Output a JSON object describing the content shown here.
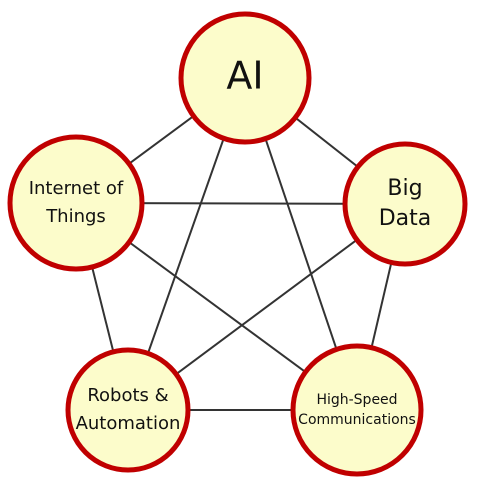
{
  "colors": {
    "node_fill": "#fcfccb",
    "node_stroke": "#c00000",
    "edge": "#333333"
  },
  "nodes": [
    {
      "id": "ai",
      "lines": [
        "AI"
      ]
    },
    {
      "id": "big-data",
      "lines": [
        "Big",
        "Data"
      ]
    },
    {
      "id": "high-speed-communications",
      "lines": [
        "High-Speed",
        "Communications"
      ]
    },
    {
      "id": "robots-automation",
      "lines": [
        "Robots &",
        "Automation"
      ]
    },
    {
      "id": "internet-of-things",
      "lines": [
        "Internet of",
        "Things"
      ]
    }
  ],
  "edges": [
    [
      "ai",
      "big-data"
    ],
    [
      "ai",
      "high-speed-communications"
    ],
    [
      "ai",
      "robots-automation"
    ],
    [
      "ai",
      "internet-of-things"
    ],
    [
      "big-data",
      "high-speed-communications"
    ],
    [
      "big-data",
      "robots-automation"
    ],
    [
      "big-data",
      "internet-of-things"
    ],
    [
      "high-speed-communications",
      "robots-automation"
    ],
    [
      "high-speed-communications",
      "internet-of-things"
    ],
    [
      "robots-automation",
      "internet-of-things"
    ]
  ]
}
